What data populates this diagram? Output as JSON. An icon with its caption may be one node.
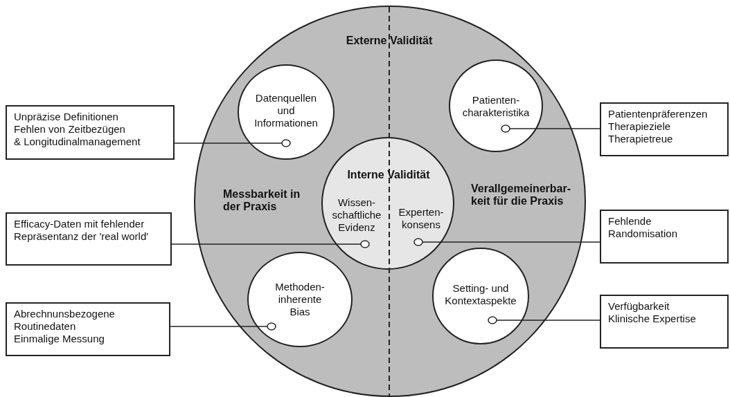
{
  "diagram": {
    "nodes": [
      {
        "text": [
          "Externe Validität",
          "Messbarkeit in der Praxis",
          "Verallgemeinerbar- keit für die Praxis"
        ]
      },
      {
        "text": [
          "Datenquellen und Informationen"
        ],
        "in": 0
      },
      {
        "text": [
          "Patienten- charakteristika"
        ],
        "in": 0
      },
      {
        "text": [
          "Interne Validität",
          "Wissen- schaftliche Evidenz",
          "Experten- konsens"
        ],
        "in": 0
      },
      {
        "text": [
          "Methoden- inherente Bias"
        ],
        "in": 0
      },
      {
        "text": [
          "Setting- und Kontextaspekte"
        ],
        "in": 0
      },
      {
        "text": [
          "Unpräzise Definitionen",
          "Fehlen von Zeitbezügen",
          "& Longitudinalmanagement"
        ]
      },
      {
        "text": [
          "Efficacy-Daten mit fehlender Repräsentanz der 'real world'"
        ]
      },
      {
        "text": [
          "Abrechnunsbezogene Routinedaten",
          "Einmalige Messung"
        ]
      },
      {
        "text": [
          "Patientenpräferenzen",
          "Therapieziele",
          "Therapietreue"
        ]
      },
      {
        "text": [
          "Fehlende Randomisation"
        ]
      },
      {
        "text": [
          "Verfügbarkeit",
          "Klinische Expertise"
        ]
      }
    ],
    "edges": [
      {
        "from": 6,
        "to": 1,
        "arrow": "other"
      },
      {
        "from": 9,
        "to": 2,
        "arrow": "other"
      },
      {
        "from": 7,
        "to": 3,
        "arrow": "other"
      },
      {
        "from": 10,
        "to": 3,
        "arrow": "other"
      },
      {
        "from": 8,
        "to": 4,
        "arrow": "other"
      },
      {
        "from": 11,
        "to": 5,
        "arrow": "other"
      }
    ]
  }
}
